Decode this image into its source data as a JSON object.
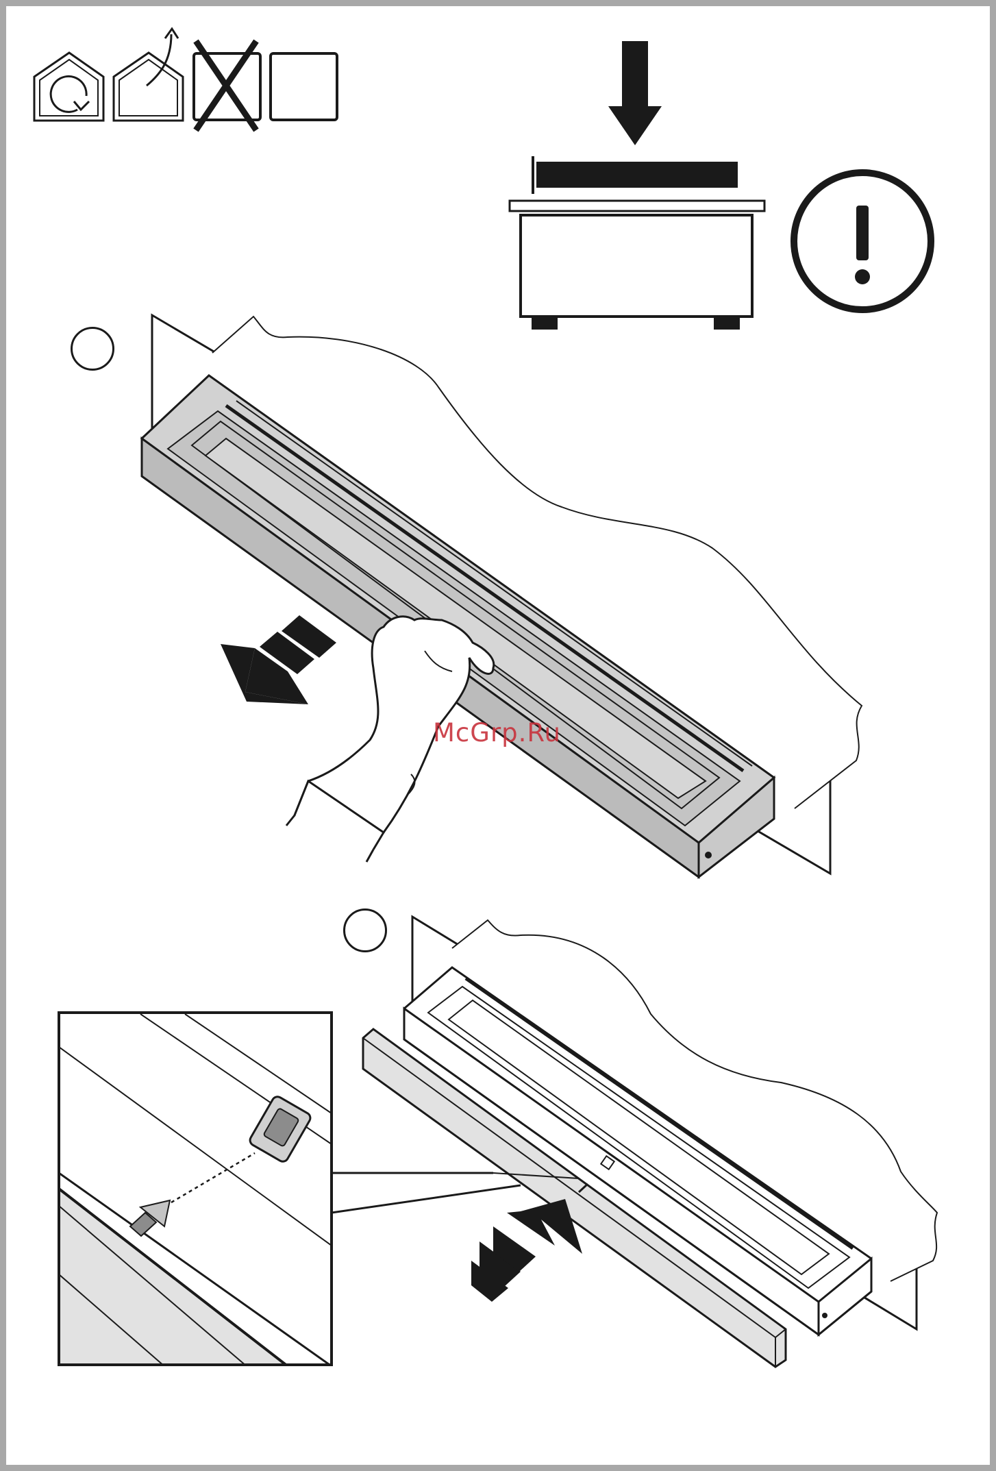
{
  "page": {
    "source_watermark": "McGrp.Ru"
  },
  "header": {
    "icons": [
      {
        "icon": "house-recycle-icon"
      },
      {
        "icon": "house-exit-arrow-icon"
      },
      {
        "icon": "crossed-box-icon"
      },
      {
        "icon": "empty-box-icon"
      }
    ],
    "right_icons": [
      "press-down-arrow-icon",
      "panel-on-cabinet-icon",
      "warning-exclamation-icon"
    ],
    "warning_symbol": "!"
  },
  "steps": [
    {
      "marker": "",
      "action": "pull-out-grille",
      "icons": [
        "hand-icon",
        "pull-arrow-icon"
      ]
    },
    {
      "marker": "",
      "action": "insert-strip",
      "icons": [
        "push-arrow-icon",
        "detail-zoom-inset"
      ]
    }
  ],
  "colors": {
    "line": "#1a1a1a",
    "grey_fill": "#c4c4c4",
    "light_fill": "#e2e2e2",
    "frame": "#a8a8a8",
    "watermark": "#c8323c"
  }
}
